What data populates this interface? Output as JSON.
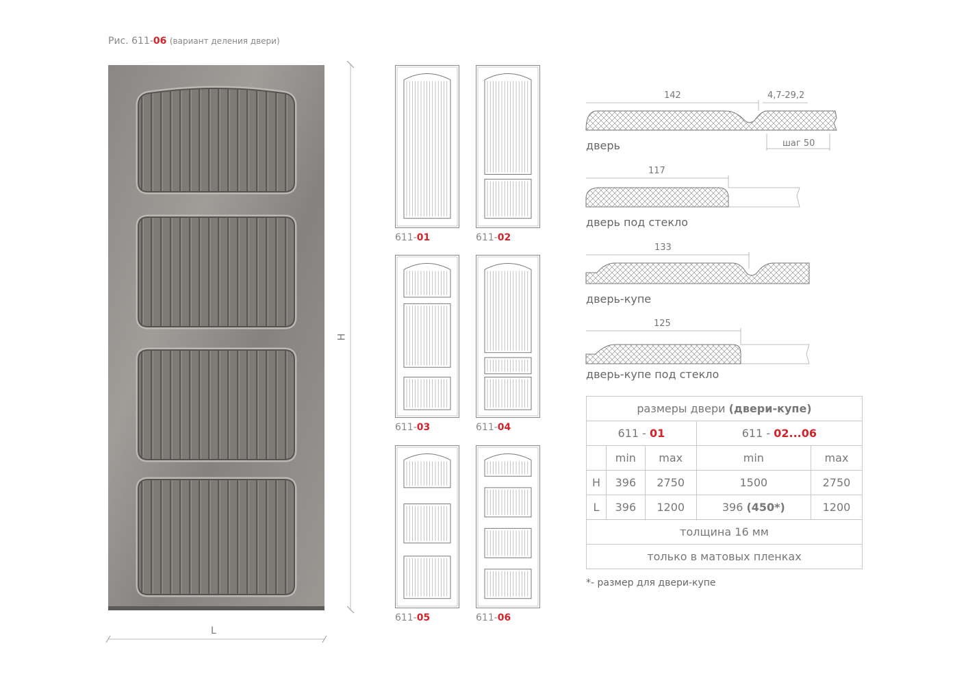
{
  "title": {
    "prefix": "Рис. 611-",
    "code": "06",
    "subtitle": "(вариант деления двери)"
  },
  "main_door": {
    "height_label": "H",
    "width_label": "L"
  },
  "thumbnails": [
    {
      "prefix": "611-",
      "code": "01"
    },
    {
      "prefix": "611-",
      "code": "02"
    },
    {
      "prefix": "611-",
      "code": "03"
    },
    {
      "prefix": "611-",
      "code": "04"
    },
    {
      "prefix": "611-",
      "code": "05"
    },
    {
      "prefix": "611-",
      "code": "06"
    }
  ],
  "profiles": [
    {
      "label": "дверь",
      "dim": "142",
      "dim2": "4,7-29,2",
      "step": "шаг 50"
    },
    {
      "label": "дверь под стекло",
      "dim": "117"
    },
    {
      "label": "дверь-купе",
      "dim": "133"
    },
    {
      "label": "дверь-купе под стекло",
      "dim": "125"
    }
  ],
  "spec_table": {
    "header_plain": "размеры двери ",
    "header_bold": "(двери-купе)",
    "group1_prefix": "611 - ",
    "group1_code": "01",
    "group2_prefix": "611 - ",
    "group2_code": "02...06",
    "col_min": "min",
    "col_max": "max",
    "rows": [
      {
        "label": "H",
        "v1": "396",
        "v2": "2750",
        "v3": "1500",
        "v3_bold": "",
        "v4": "2750"
      },
      {
        "label": "L",
        "v1": "396",
        "v2": "1200",
        "v3": "396 ",
        "v3_bold": "(450*)",
        "v4": "1200"
      }
    ],
    "thickness": "толщина 16 мм",
    "finish": "только в матовых пленках"
  },
  "footnote": "*- размер для двери-купе",
  "colors": {
    "accent": "#d2232a",
    "line": "#c9c9c9",
    "stone": "#8d8a86"
  }
}
